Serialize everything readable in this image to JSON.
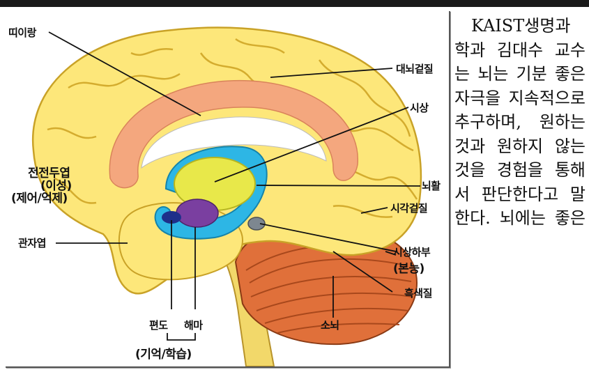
{
  "figure": {
    "labels": {
      "cingulate": "띠이랑",
      "cortex": "대뇌겉질",
      "thalamus": "시상",
      "fornix": "뇌활",
      "visual_cortex": "시각겉질",
      "hypothalamus": "시상하부",
      "instinct": "(본능)",
      "cerebellar_nucleus": "흑색질",
      "cerebellum": "소뇌",
      "temporal": "관자엽",
      "prefrontal_1": "전전두엽",
      "prefrontal_2": "(이성)",
      "prefrontal_3": "(제어/억제)",
      "amygdala": "편도",
      "hippocampus": "해마",
      "memory": "(기억/학습)"
    },
    "colors": {
      "brain": "#fde77a",
      "brain_outline": "#c9a227",
      "cingulate": "#f4a77e",
      "fornix": "#2db6e5",
      "thalamus": "#e8e84a",
      "amygdala_purple": "#7a3fa0",
      "amygdala_blue": "#1e2f8a",
      "cerebellum": "#e0703a",
      "stem": "#f2d86a"
    }
  },
  "article": {
    "text": "KAIST생명과학과 김대수 교수는 뇌는 기분 좋은 자극을 지속적으로 추구하며, 원하는 것과 원하지 않는 것을 경험을 통해서 판단한다고 말한다. 뇌에는 좋은"
  }
}
